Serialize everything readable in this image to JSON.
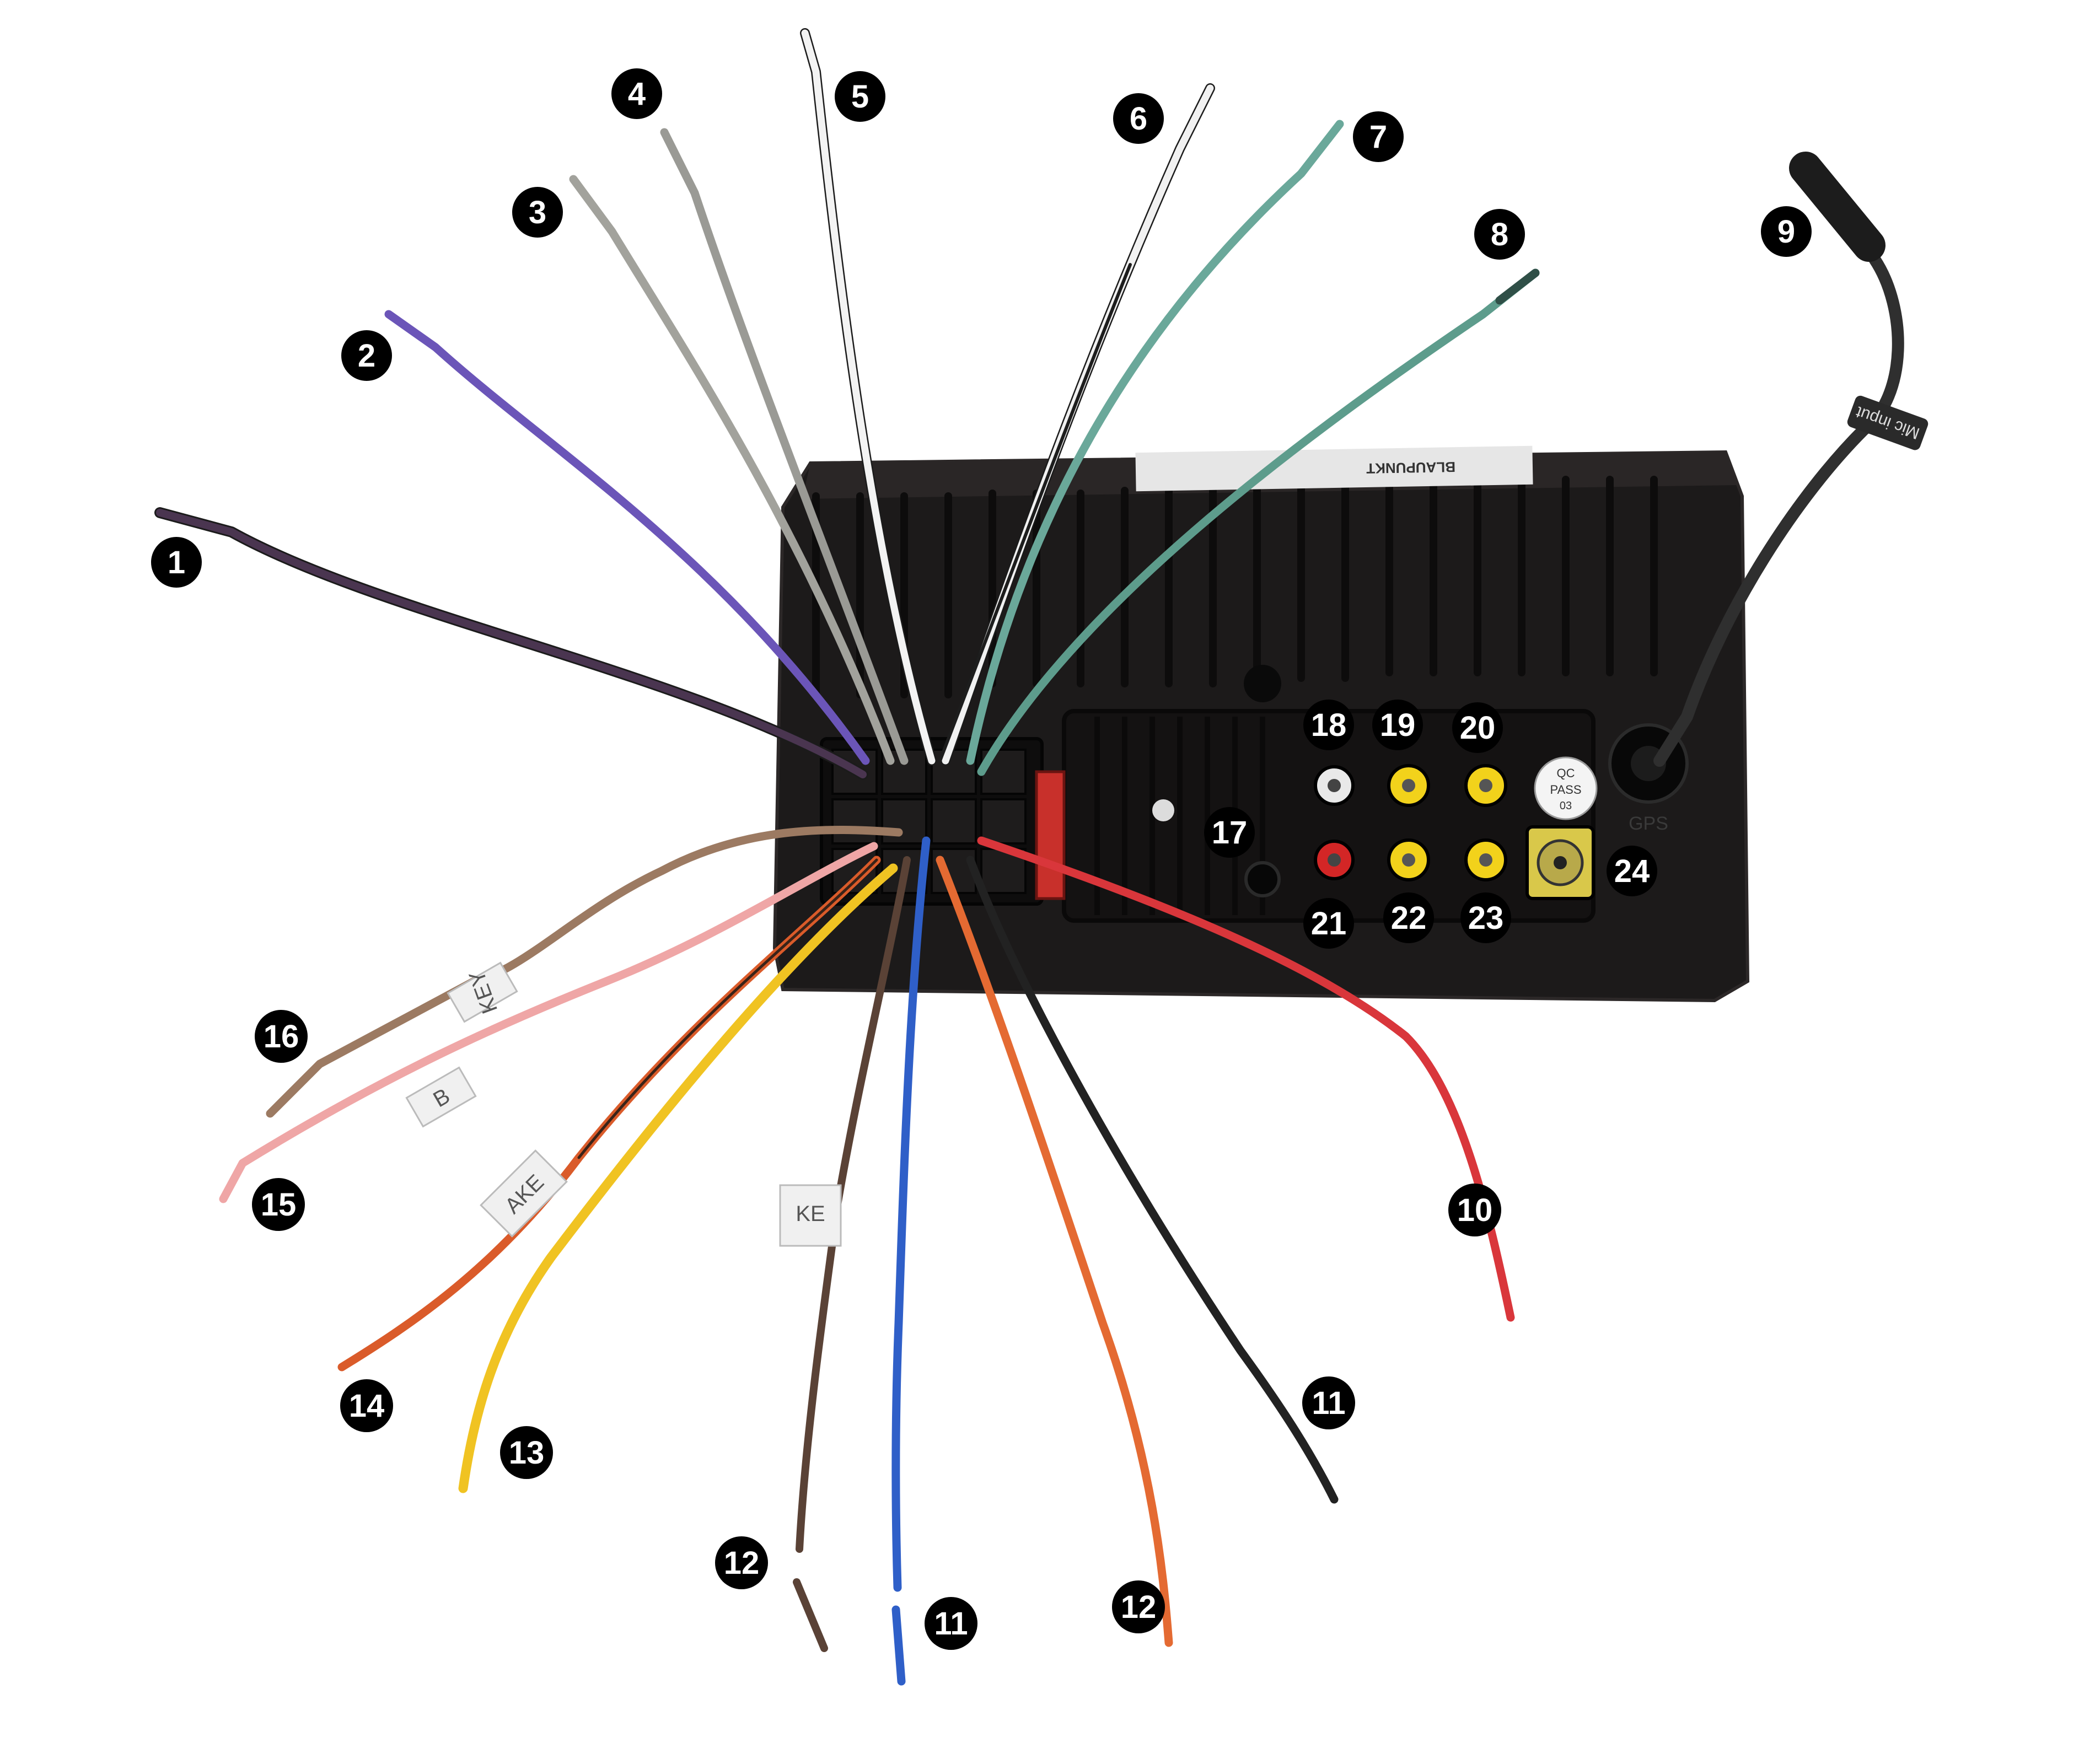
{
  "header_label": {
    "text": "BLAUPUNKT"
  },
  "mic_label": {
    "text": "Mic input"
  },
  "gps_label": {
    "text": "GPS"
  },
  "qc_sticker": {
    "line1": "QC",
    "line2": "PASS",
    "line3": "03"
  },
  "colors": {
    "background": "#ffffff",
    "unit_body": "#1c1a1a",
    "unit_edge": "#2c2828",
    "badge": "#000000",
    "badge_text": "#ffffff",
    "rca_yellow": "#f2d21b",
    "rca_red": "#d32626",
    "rca_white": "#e9e9e9"
  },
  "wires": [
    {
      "id": "w1",
      "label": "1",
      "color": "#4a3550"
    },
    {
      "id": "w2",
      "label": "2",
      "color": "#6b55b8"
    },
    {
      "id": "w3",
      "label": "3",
      "color": "#a2a29c"
    },
    {
      "id": "w4",
      "label": "4",
      "color": "#9a9a95"
    },
    {
      "id": "w5",
      "label": "5",
      "color": "#f3f3f3"
    },
    {
      "id": "w6",
      "label": "6",
      "color": "#f1f1f1"
    },
    {
      "id": "w7",
      "label": "7",
      "color": "#6aa89a"
    },
    {
      "id": "w8",
      "label": "8",
      "color": "#5d9c8c"
    },
    {
      "id": "w9",
      "label": "9",
      "color": "#2f2f2f"
    },
    {
      "id": "w10",
      "label": "10",
      "color": "#d9363b"
    },
    {
      "id": "w11a",
      "label": "11",
      "color": "#222222"
    },
    {
      "id": "w11b",
      "label": "11",
      "color": "#2f5fc8"
    },
    {
      "id": "w12a",
      "label": "12",
      "color": "#5a4236"
    },
    {
      "id": "w12b",
      "label": "12",
      "color": "#e46a32"
    },
    {
      "id": "w13",
      "label": "13",
      "color": "#f0c322"
    },
    {
      "id": "w14",
      "label": "14",
      "color": "#da5b2a"
    },
    {
      "id": "w15",
      "label": "15",
      "color": "#efa6a6"
    },
    {
      "id": "w16",
      "label": "16",
      "color": "#9c7a62"
    }
  ],
  "tags": [
    {
      "id": "tag16",
      "text": "KEY"
    },
    {
      "id": "tag15",
      "text": "B"
    },
    {
      "id": "tag14",
      "text": "AKE"
    },
    {
      "id": "tag12",
      "text": "KE"
    }
  ],
  "ports": [
    {
      "id": "p17",
      "label": "17"
    },
    {
      "id": "p18",
      "label": "18"
    },
    {
      "id": "p19",
      "label": "19"
    },
    {
      "id": "p20",
      "label": "20"
    },
    {
      "id": "p21",
      "label": "21"
    },
    {
      "id": "p22",
      "label": "22"
    },
    {
      "id": "p23",
      "label": "23"
    },
    {
      "id": "p24",
      "label": "24"
    }
  ]
}
